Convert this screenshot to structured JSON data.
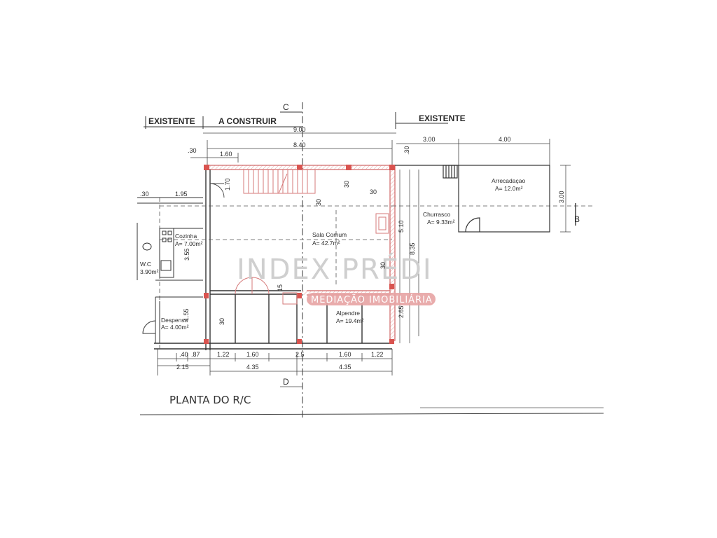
{
  "drawing": {
    "title": "PLANTA DO R/C",
    "headers": {
      "left_existing": "EXISTENTE",
      "to_build": "A CONSTRUIR",
      "right_existing": "EXISTENTE"
    },
    "section_marks": {
      "c": "C",
      "d": "D",
      "b": "B"
    },
    "watermark": {
      "brand": "INDEX PRÉDI",
      "tagline": "MEDIAÇÃO IMOBILIÁRIA"
    },
    "rooms": {
      "sala_name": "Sala Comum",
      "sala_area": "A= 42.7m²",
      "cozinha_name": "Cozinha",
      "cozinha_area": "A= 7.00m²",
      "wc_name": "W.C",
      "wc_area": "3.90m²",
      "despensa_name": "Despensa",
      "despensa_area": "A= 4.00m²",
      "alpendre_name": "Alpendre",
      "alpendre_area": "A= 19.4m²",
      "churrasco_name": "Churrasco",
      "churrasco_area": "A= 9.33m²",
      "arrecadacao_name": "Arrecadaçao",
      "arrecadacao_area": "A= 12.0m²"
    },
    "dimensions": {
      "total_width": "9.00",
      "inner_width": "8.40",
      "d_160_top": "1.60",
      "d_30_top": ".30",
      "d_300": "3.00",
      "d_400": "4.00",
      "d_30_right": ".30",
      "d_170": "1.70",
      "d_30_a": "30",
      "d_30_b": "30",
      "d_30_c": "30",
      "d_195": "1.95",
      "d_30_left": ".30",
      "d_355": "3.55",
      "d_510": "5.10",
      "d_835": "8.35",
      "d_30_mid": "30",
      "d_265": "2.65",
      "d_300_right": "3.00",
      "d_155": "1.55",
      "d_30_desp": "30",
      "d_15": "15",
      "d_122_a": "1.22",
      "d_160_a": "1.60",
      "d_25": "2.5",
      "d_160_b": "1.60",
      "d_122_b": "1.22",
      "d_40": ".40",
      "d_87": ".87",
      "d_215": "2.15",
      "d_435_a": "4.35",
      "d_435_b": "4.35"
    }
  }
}
